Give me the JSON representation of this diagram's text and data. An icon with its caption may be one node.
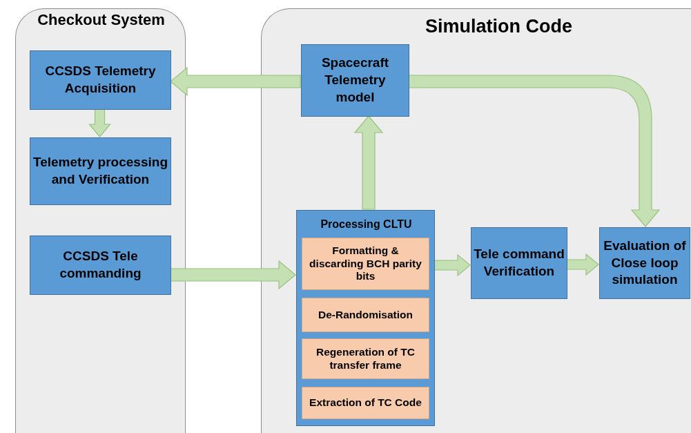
{
  "diagram": {
    "nodes": [
      {
        "text": [
          "Checkout System"
        ]
      },
      {
        "text": [
          "CCSDS Telemetry Acquisition"
        ],
        "in": 0
      },
      {
        "text": [
          "Telemetry processing and Verification"
        ],
        "in": 0
      },
      {
        "text": [
          "CCSDS Tele commanding"
        ],
        "in": 0
      },
      {
        "text": [
          "Simulation Code"
        ]
      },
      {
        "text": [
          "Spacecraft Telemetry model"
        ],
        "in": 4
      },
      {
        "text": [
          "Processing CLTU"
        ],
        "in": 4
      },
      {
        "text": [
          "Formatting  & discarding BCH parity bits"
        ],
        "in": 6
      },
      {
        "text": [
          "De-Randomisation"
        ],
        "in": 6
      },
      {
        "text": [
          "Regeneration of TC transfer frame"
        ],
        "in": 6
      },
      {
        "text": [
          "Extraction of TC Code"
        ],
        "in": 6
      },
      {
        "text": [
          "Tele command Verification"
        ],
        "in": 4
      },
      {
        "text": [
          "Evaluation of Close loop simulation"
        ],
        "in": 4
      }
    ],
    "edges": [
      {
        "from": 5,
        "to": 1,
        "arrow": "to",
        "style": "thick"
      },
      {
        "from": 1,
        "to": 2,
        "arrow": "to",
        "style": "thick"
      },
      {
        "from": 3,
        "to": 6,
        "arrow": "to",
        "style": "thick"
      },
      {
        "from": 6,
        "to": 5,
        "arrow": "to",
        "style": "thick"
      },
      {
        "from": 7,
        "to": 11,
        "arrow": "to",
        "style": "thick"
      },
      {
        "from": 11,
        "to": 12,
        "arrow": "to",
        "style": "thick"
      },
      {
        "from": 5,
        "to": 12,
        "arrow": "to",
        "style": "thick"
      }
    ]
  }
}
